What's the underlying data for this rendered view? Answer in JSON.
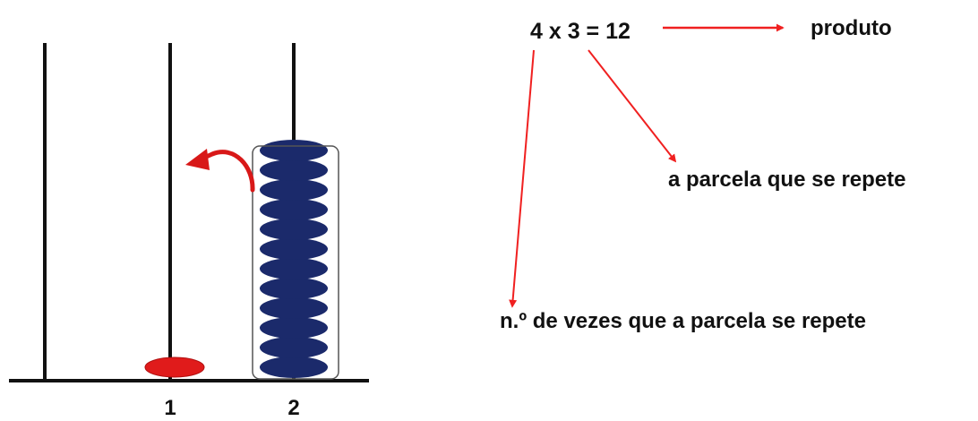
{
  "abacus": {
    "rod_labels": [
      "1",
      "2"
    ],
    "rod1_beads": 1,
    "rod2_beads": 12,
    "colors": {
      "rod": "#111111",
      "bead_blue": "#1b2a6b",
      "bead_red": "#e01b1b",
      "arrow": "#e01b1b"
    }
  },
  "annotation": {
    "equation": "4 x 3 = 12",
    "product_label": "produto",
    "repeated_addend_label": "a parcela que se repete",
    "times_label": "n.º de vezes que a parcela se repete",
    "arrow_color": "#f02020"
  }
}
